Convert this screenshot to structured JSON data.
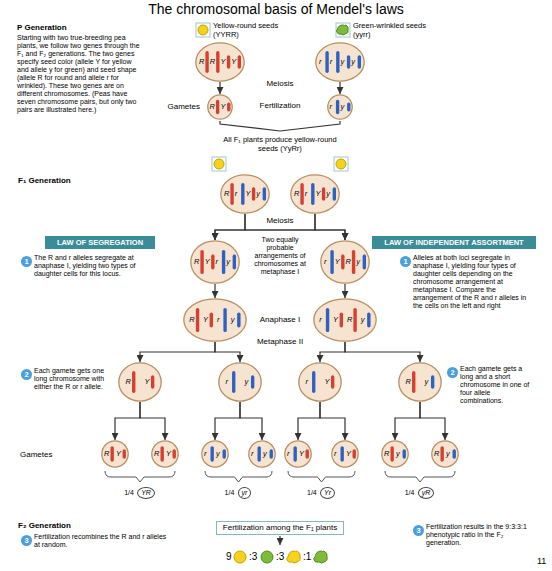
{
  "diagram": {
    "title": "The chromosomal basis of Mendel's laws",
    "nodes": [
      {
        "text": [
          "P Generation",
          "Starting with two true-breeding pea plants, we follow two genes through the F₁ and F₂ generations. The two genes specify seed color (allele Y for yellow and allele y for green) and seed shape (allele R for round and allele r for wrinkled). These two genes are on different chromosomes. (Peas have seven chromosome pairs, but only two pairs are illustrated here.)"
        ]
      },
      {
        "text": [
          "R",
          "R",
          "Y",
          "Y"
        ],
        "in": 0
      },
      {
        "text": [
          "r",
          "r",
          "y",
          "y"
        ],
        "in": 0
      },
      {
        "text": [
          "R",
          "Y"
        ],
        "in": 0
      },
      {
        "text": [
          "r",
          "y"
        ],
        "in": 0
      },
      {
        "text": [
          "F₁ Generation"
        ]
      },
      {
        "text": [
          "R",
          "r",
          "Y",
          "y"
        ],
        "in": 5
      },
      {
        "text": [
          "R",
          "r",
          "Y",
          "y"
        ],
        "in": 5
      },
      {
        "text": [
          "LAW OF SEGREGATION"
        ],
        "in": 5
      },
      {
        "text": [
          "LAW OF INDEPENDENT ASSORTMENT"
        ],
        "in": 5
      },
      {
        "text": [
          "R",
          "Y",
          "r",
          "y"
        ],
        "in": 5
      },
      {
        "text": [
          "r",
          "Y",
          "R",
          "y"
        ],
        "in": 5
      },
      {
        "text": [
          "1"
        ],
        "in": 5
      },
      {
        "text": [
          "1"
        ],
        "in": 5
      },
      {
        "text": [
          "R",
          "Y",
          "r",
          "y"
        ],
        "in": 5
      },
      {
        "text": [
          "r",
          "Y",
          "R",
          "y"
        ],
        "in": 5
      },
      {
        "text": [
          "2"
        ],
        "in": 5
      },
      {
        "text": [
          "2"
        ],
        "in": 5
      },
      {
        "text": [
          "R",
          "Y"
        ],
        "in": 5
      },
      {
        "text": [
          "r",
          "y"
        ],
        "in": 5
      },
      {
        "text": [
          "r",
          "Y"
        ],
        "in": 5
      },
      {
        "text": [
          "R",
          "y"
        ],
        "in": 5
      },
      {
        "text": [
          "R",
          "Y"
        ],
        "in": 5
      },
      {
        "text": [
          "R",
          "Y"
        ],
        "in": 5
      },
      {
        "text": [
          "r",
          "y"
        ],
        "in": 5
      },
      {
        "text": [
          "r",
          "y"
        ],
        "in": 5
      },
      {
        "text": [
          "r",
          "Y"
        ],
        "in": 5
      },
      {
        "text": [
          "r",
          "Y"
        ],
        "in": 5
      },
      {
        "text": [
          "R",
          "y"
        ],
        "in": 5
      },
      {
        "text": [
          "R",
          "y"
        ],
        "in": 5
      },
      {
        "text": [
          "1/4",
          "YR"
        ],
        "in": 5
      },
      {
        "text": [
          "1/4",
          "yr"
        ],
        "in": 5
      },
      {
        "text": [
          "1/4",
          "Yr"
        ],
        "in": 5
      },
      {
        "text": [
          "1/4",
          "yR"
        ],
        "in": 5
      },
      {
        "text": [
          "F₂ Generation"
        ]
      },
      {
        "text": [
          "Fertilization among the F₁ plants"
        ],
        "in": 34
      },
      {
        "text": [
          "3"
        ],
        "in": 34
      },
      {
        "text": [
          "3"
        ],
        "in": 34
      }
    ],
    "edges": [
      {
        "from": 1,
        "to": 3,
        "arrow": "to"
      },
      {
        "from": 2,
        "to": 4,
        "arrow": "to"
      },
      {
        "from": 6,
        "to": 10,
        "arrow": "to"
      },
      {
        "from": 6,
        "to": 11,
        "arrow": "to"
      },
      {
        "from": 7,
        "to": 10,
        "arrow": "to"
      },
      {
        "from": 7,
        "to": 11,
        "arrow": "to"
      },
      {
        "from": 10,
        "to": 14,
        "arrow": "to"
      },
      {
        "from": 11,
        "to": 15,
        "arrow": "to"
      },
      {
        "from": 14,
        "to": 18,
        "arrow": "to"
      },
      {
        "from": 14,
        "to": 19,
        "arrow": "to"
      },
      {
        "from": 15,
        "to": 20,
        "arrow": "to"
      },
      {
        "from": 15,
        "to": 21,
        "arrow": "to"
      },
      {
        "from": 18,
        "to": 22,
        "arrow": "to"
      },
      {
        "from": 18,
        "to": 23,
        "arrow": "to"
      },
      {
        "from": 19,
        "to": 24,
        "arrow": "to"
      },
      {
        "from": 19,
        "to": 25,
        "arrow": "to"
      },
      {
        "from": 20,
        "to": 26,
        "arrow": "to"
      },
      {
        "from": 20,
        "to": 27,
        "arrow": "to"
      },
      {
        "from": 21,
        "to": 28,
        "arrow": "to"
      },
      {
        "from": 21,
        "to": 29,
        "arrow": "to"
      }
    ],
    "labels": [
      "Yellow-round seeds (YYRR)",
      "Green-wrinkled seeds (yyrr)",
      "Meiosis",
      "Fertilization",
      "Gametes",
      "All F₁ plants produce yellow-round seeds (YyRr)",
      "Meiosis",
      "Two equally probable arrangements of chromosomes at metaphase I",
      "The R and r alleles segregate at anaphase I, yielding two types of daughter cells for this locus.",
      "Alleles at both loci segregate in anaphase I, yielding four types of daughter cells depending on the chromosome arrangement at metaphase I. Compare the arrangement of the R and r alleles in the cells on the left and right",
      "Anaphase I",
      "Metaphase II",
      "Each gamete gets one long chromosome with either the R or r allele.",
      "Each gamete gets a long and a short chromosome in one of four allele combinations.",
      "Gametes",
      "Fertilization recombines the R and r alleles at random.",
      "Fertilization results in the 9:3:3:1 phenotypic ratio in the F₂ generation.",
      "9",
      ":3",
      ":3",
      ":1",
      "11"
    ]
  }
}
